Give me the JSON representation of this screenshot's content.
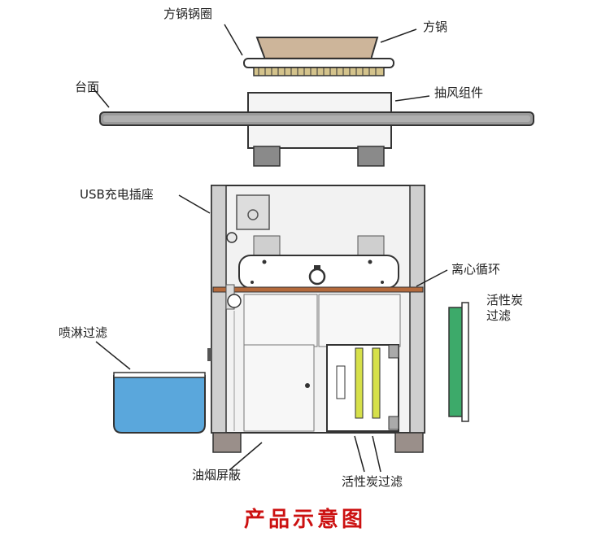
{
  "labels": {
    "square_pot_ring": "方锅锅圈",
    "square_pot": "方锅",
    "countertop": "台面",
    "exhaust_assembly": "抽风组件",
    "usb_socket": "USB充电插座",
    "centrifugal_circulation": "离心循环",
    "activated_carbon_side": "活性炭过滤",
    "spray_filter": "喷淋过滤",
    "oil_smoke_shield": "油烟屏蔽",
    "activated_carbon_bottom": "活性炭过滤"
  },
  "title": "产品示意图",
  "colors": {
    "title": "#cc1111",
    "water_tank": "#5aa7dc",
    "carbon_panel": "#3daa6a",
    "carbon_strip": "#d6e04a",
    "copper_divider": "#b46a3c",
    "countertop": "#9a9a9a"
  }
}
